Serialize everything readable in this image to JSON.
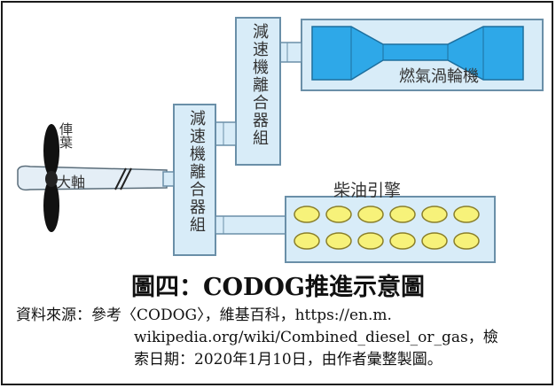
{
  "diagram": {
    "reduction_gear_top": "減速機離合器組",
    "reduction_gear_bottom": "減速機離合器組",
    "gas_turbine": "燃氣渦輪機",
    "diesel_engine": "柴油引擎",
    "propeller": "俥葉",
    "shaft": "大軸"
  },
  "caption": "圖四：CODOG推進示意圖",
  "source": {
    "line1": "資料來源：參考〈CODOG〉，維基百科，https://en.m.",
    "line2": "wikipedia.org/wiki/Combined_diesel_or_gas，檢",
    "line3": "索日期：2020年1月10日，由作者彙整製圖。"
  },
  "colors": {
    "box_fill": "#d8ecf8",
    "box_stroke": "#6a8fa8",
    "turbine_fill": "#2ea8e8",
    "cylinder_fill": "#f7f27a",
    "shaft_fill": "#e4eef6"
  }
}
